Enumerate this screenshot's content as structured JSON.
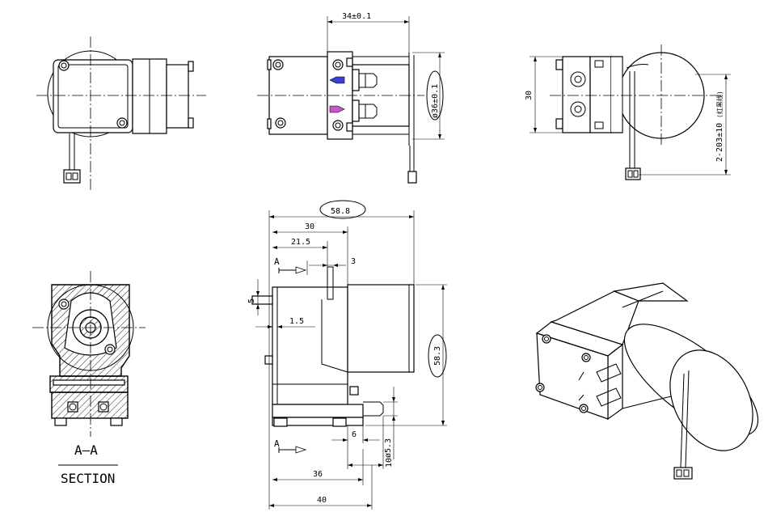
{
  "drawing": {
    "top_view": {
      "width_dim": "34±0.1",
      "dia_dim": "ø36±0.1"
    },
    "right_view": {
      "height_dim": "30",
      "wire_dim": "2-203±10",
      "wire_note": "(红黑线)"
    },
    "front_view": {
      "overall_length": "58.8",
      "d30": "30",
      "d21_5": "21.5",
      "d3": "3",
      "d5": "5",
      "d1_5": "1.5",
      "height": "58.3",
      "d6": "6",
      "d5_3": "ø5.3",
      "d10": "10",
      "d36": "36",
      "d40": "40",
      "section_mark": "A"
    },
    "section": {
      "label": "A—A",
      "caption": "SECTION"
    }
  }
}
